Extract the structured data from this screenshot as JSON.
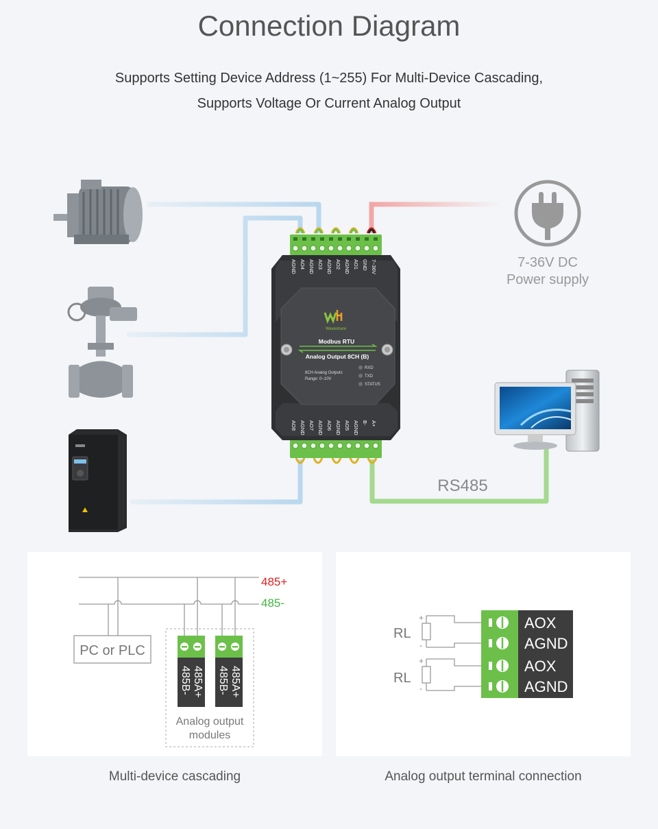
{
  "header": {
    "title": "Connection Diagram",
    "subtitle_line1": "Supports Setting Device Address (1~255) For Multi-Device Cascading,",
    "subtitle_line2": "Supports Voltage Or Current Analog Output"
  },
  "colors": {
    "background": "#f3f5f8",
    "blue_wire": "#b9d7ee",
    "red_wire": "#f2a6a6",
    "green_wire": "#a5d98f",
    "terminal_green": "#6cc04a",
    "device_body": "#3a3b3d",
    "label_485_plus": "#e02020",
    "label_485_minus": "#3cb83c"
  },
  "device": {
    "logo_text": "Waveshare",
    "bus_label": "Modbus RTU",
    "model_label": "Analog Output 8CH (B)",
    "desc_line1": "8CH Analog Outputs",
    "desc_line2": "Range:  0~10V",
    "led_rxd": "RXD",
    "led_txd": "TXD",
    "led_status": "STATUS",
    "top_pins": [
      "AGND",
      "AO4",
      "AGND",
      "AO3",
      "AGND",
      "AO2",
      "AGND",
      "AO1",
      "GND",
      "7~36V"
    ],
    "bottom_pins": [
      "AO8",
      "AGND",
      "AO7",
      "AGND",
      "AO6",
      "AGND",
      "AO5",
      "AGND",
      "B-",
      "A+"
    ]
  },
  "power": {
    "line1": "7-36V DC",
    "line2": "Power supply"
  },
  "comm": {
    "rs485_label": "RS485"
  },
  "peripherals": [
    "motor-icon",
    "valve-actuator-icon",
    "frequency-inverter-icon",
    "computer-icon",
    "power-plug-icon"
  ],
  "cascade": {
    "bus_plus": "485+",
    "bus_minus": "485-",
    "pc_label": "PC or PLC",
    "module_pin1": "485A+",
    "module_pin2": "485B-",
    "group_label_line1": "Analog output",
    "group_label_line2": "modules",
    "caption": "Multi-device cascading"
  },
  "terminal": {
    "load_label": "RL",
    "plus": "+",
    "minus": "-",
    "pin_aox": "AOX",
    "pin_agnd": "AGND",
    "caption": "Analog output terminal connection"
  }
}
